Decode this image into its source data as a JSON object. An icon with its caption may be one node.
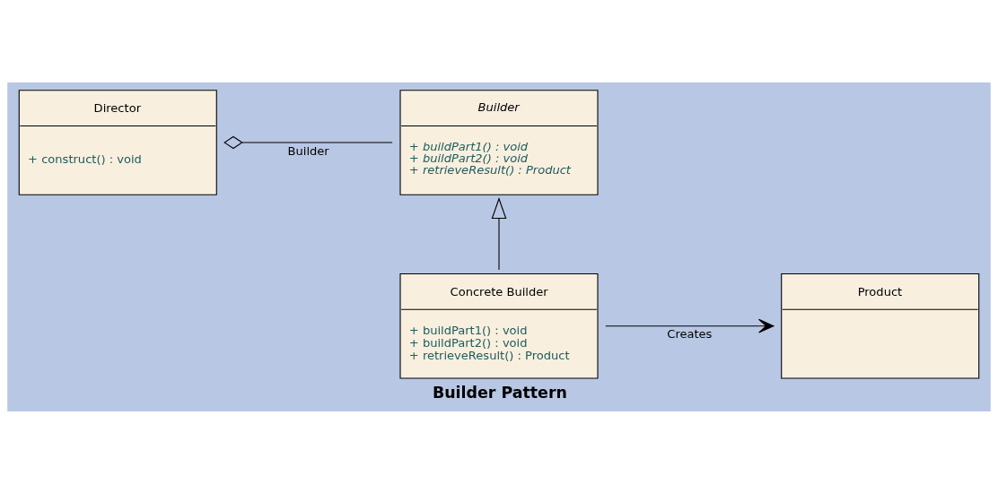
{
  "diagram": {
    "caption": "Builder Pattern",
    "nodes": [
      {
        "text": [
          "Director",
          "+ construct() : void"
        ]
      },
      {
        "text": [
          "Builder",
          "+ buildPart1() : void",
          "+ buildPart2() : void",
          "+ retrieveResult() : Product"
        ]
      },
      {
        "text": [
          "Concrete Builder",
          "+ buildPart1() : void",
          "+ buildPart2() : void",
          "+ retrieveResult() : Product"
        ]
      },
      {
        "text": [
          "Product"
        ]
      }
    ],
    "edges": [
      {
        "from": 0,
        "to": 1,
        "arrow": "other",
        "label": "Builder"
      },
      {
        "from": 2,
        "to": 1,
        "arrow": "to"
      },
      {
        "from": 2,
        "to": 3,
        "arrow": "to",
        "label": "Creates"
      }
    ]
  }
}
